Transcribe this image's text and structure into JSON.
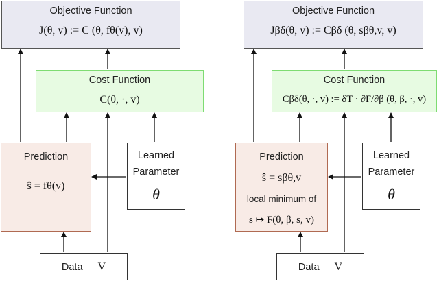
{
  "left": {
    "objective": {
      "title": "Objective Function",
      "formula": "J(θ, v) := C (θ, fθ(v), v)"
    },
    "cost": {
      "title": "Cost Function",
      "formula": "C(θ, ·, v)"
    },
    "prediction": {
      "title": "Prediction",
      "formula": "ŝ = fθ(v)"
    },
    "learned": {
      "line1": "Learned",
      "line2": "Parameter",
      "symbol": "θ"
    },
    "data": {
      "label": "Data",
      "symbol": "V"
    }
  },
  "right": {
    "objective": {
      "title": "Objective Function",
      "formula": "Jβδ(θ, v) := Cβδ (θ, sβθ,v, v)"
    },
    "cost": {
      "title": "Cost Function",
      "formula": "Cβδ(θ, ·, v) := δT · ∂F/∂β (θ, β, ·, v)"
    },
    "prediction": {
      "title": "Prediction",
      "formula": "ŝ = sβθ,v",
      "line_local": "local minimum of",
      "map": "s ↦ F(θ, β, s, v)"
    },
    "learned": {
      "line1": "Learned",
      "line2": "Parameter",
      "symbol": "θ"
    },
    "data": {
      "label": "Data",
      "symbol": "V"
    }
  },
  "colors": {
    "objective_fill": "#e9e9f2",
    "cost_fill": "#e7fbe2",
    "cost_border": "#7edc72",
    "prediction_fill": "#f8ebe6",
    "prediction_border": "#b06a52"
  }
}
